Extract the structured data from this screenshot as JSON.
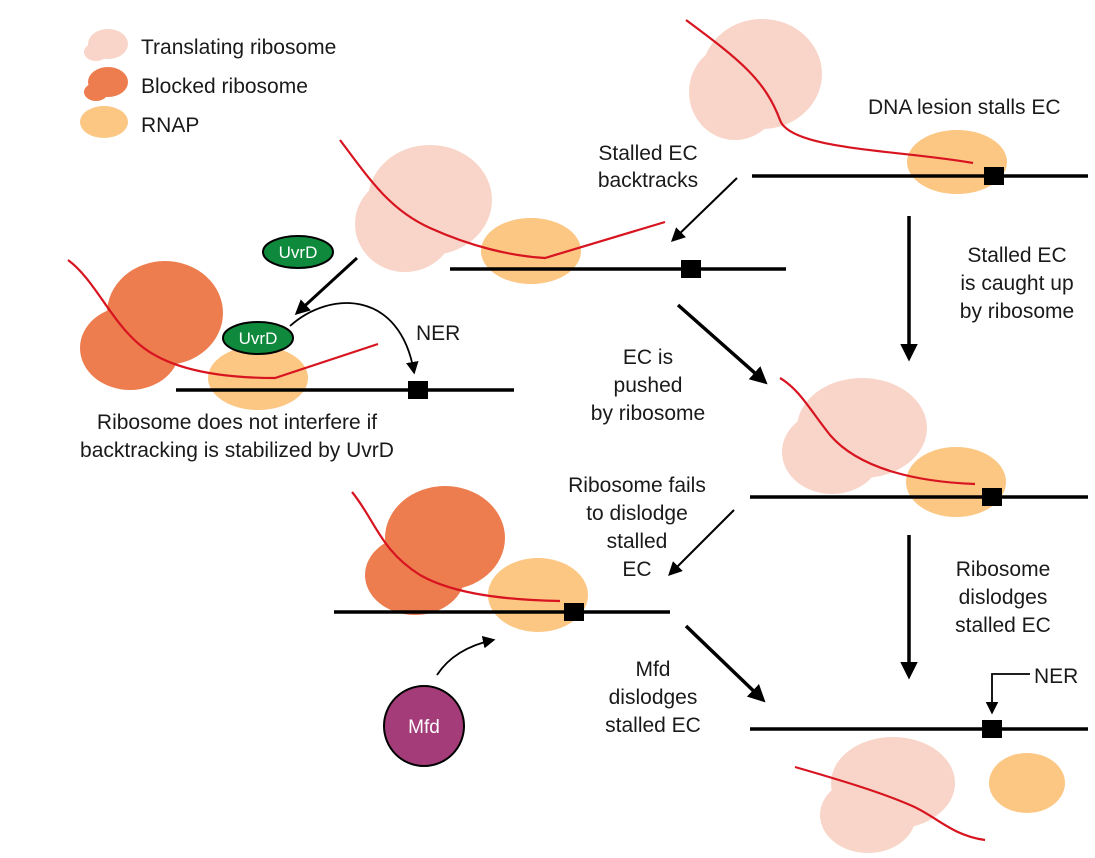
{
  "legend": {
    "translating": "Translating ribosome",
    "blocked": "Blocked ribosome",
    "rnap": "RNAP"
  },
  "labels": {
    "lesion_stalls": "DNA lesion stalls EC",
    "backtracks": [
      "Stalled EC",
      "backtracks"
    ],
    "caught_up": [
      "Stalled EC",
      "is caught up",
      "by ribosome"
    ],
    "pushed": [
      "EC is",
      "pushed",
      "by ribosome"
    ],
    "fails": [
      "Ribosome fails",
      "to dislodge",
      "stalled",
      "EC"
    ],
    "dislodges": [
      "Ribosome",
      "dislodges",
      "stalled EC"
    ],
    "mfd_dislodges": [
      "Mfd",
      "dislodges",
      "stalled EC"
    ],
    "uvrd_caption": [
      "Ribosome does not interfere if",
      "backtracking is stabilized by UvrD"
    ],
    "ner": "NER",
    "uvrd": "UvrD",
    "mfd": "Mfd"
  },
  "colors": {
    "translating_ribosome": "#f8d5c8",
    "blocked_ribosome": "#ed7d4f",
    "rnap": "#fcc683",
    "mrna": "#d7141f",
    "uvrd": "#0f8a3c",
    "mfd": "#a33c78",
    "dna": "#000000"
  }
}
